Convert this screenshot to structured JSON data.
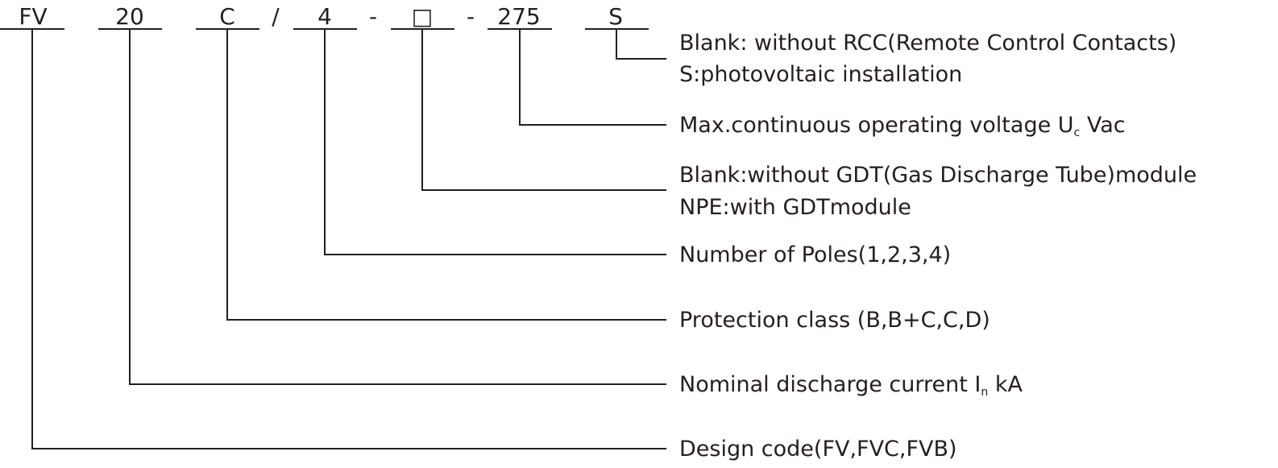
{
  "code_segments": {
    "seg1": "FV",
    "seg2": "20",
    "seg3": "C",
    "slash": "/",
    "seg4": "4",
    "dash1": "-",
    "seg5": "□",
    "dash2": "-",
    "seg6": "275",
    "seg7": "S"
  },
  "descriptions": {
    "s_blank": "Blank: without RCC(Remote Control Contacts)",
    "s_pv": "S:photovoltaic installation",
    "voltage_prefix": "Max.continuous operating voltage U",
    "voltage_sub": "c",
    "voltage_suffix": " Vac",
    "gdt_blank": "Blank:without GDT(Gas Discharge Tube)module",
    "gdt_npe": "NPE:with GDTmodule",
    "poles": "Number of Poles(1,2,3,4)",
    "protection": "Protection class (B,B+C,C,D)",
    "current_prefix": "Nominal discharge current I",
    "current_sub": "n",
    "current_suffix": " kA",
    "design": "Design code(FV,FVC,FVB)"
  }
}
